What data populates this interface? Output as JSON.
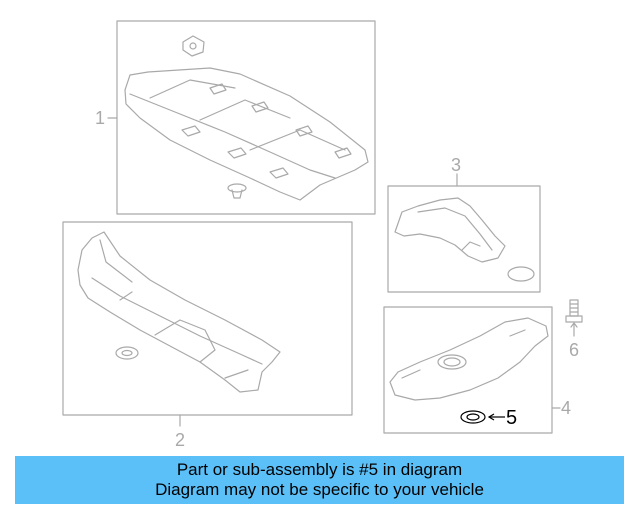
{
  "callouts": {
    "part_1": "1",
    "part_2": "2",
    "part_3": "3",
    "part_4": "4",
    "part_5": "5",
    "part_6": "6"
  },
  "banner": {
    "line1": "Part or sub-assembly is #5 in diagram",
    "line2": "Diagram may not be specific to your vehicle"
  },
  "colors": {
    "banner_bg": "#5bc0f8",
    "line_art": "#a9a9a9",
    "highlight": "#000000"
  }
}
